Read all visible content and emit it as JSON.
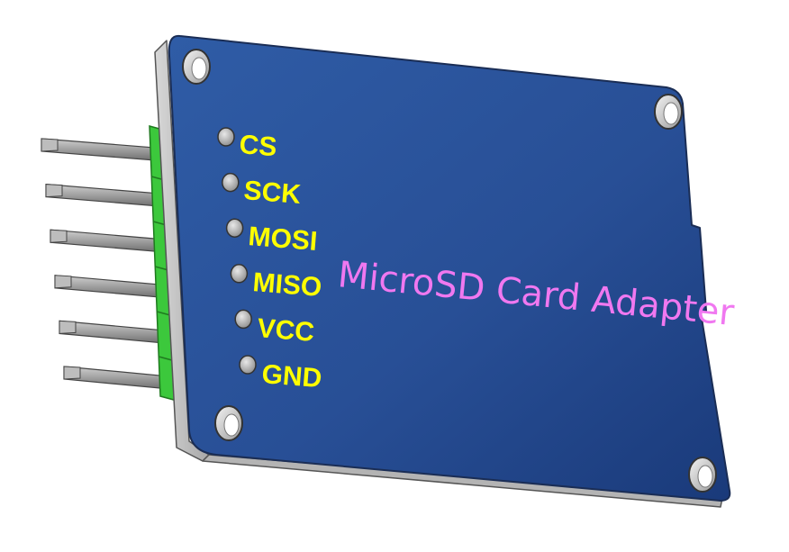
{
  "board": {
    "title": "MicroSD Card Adapter",
    "title_color": "#f078f0",
    "pcb_color": "#28529a",
    "edge_color": "#c8c8c8",
    "header_color": "#3cc83c",
    "pin_label_color": "#ffff00"
  },
  "pins": [
    {
      "label": "CS"
    },
    {
      "label": "SCK"
    },
    {
      "label": "MOSI"
    },
    {
      "label": "MISO"
    },
    {
      "label": "VCC"
    },
    {
      "label": "GND"
    }
  ]
}
